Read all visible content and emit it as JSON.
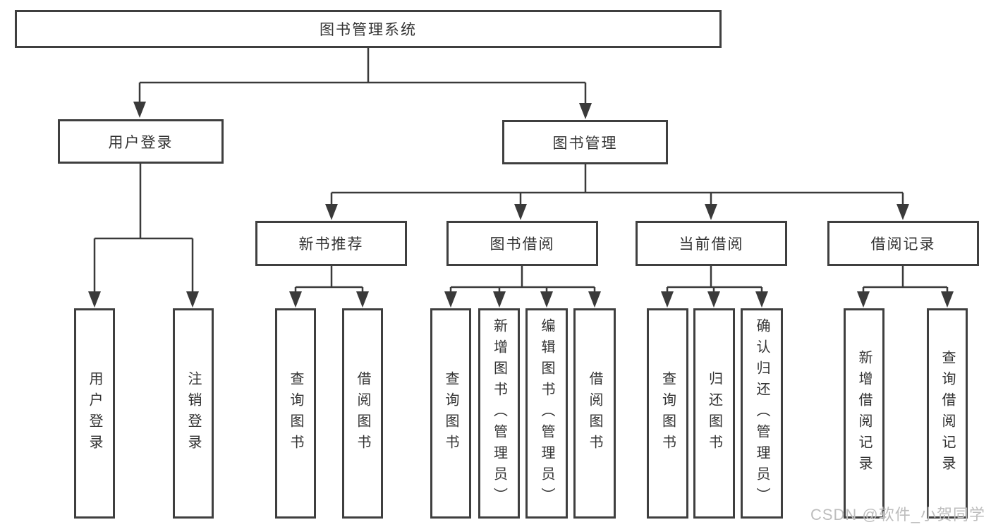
{
  "tree": {
    "label": "图书管理系统",
    "children": [
      {
        "label": "用户登录",
        "children": [
          {
            "label": "用户登录"
          },
          {
            "label": "注销登录"
          }
        ]
      },
      {
        "label": "图书管理",
        "children": [
          {
            "label": "新书推荐",
            "children": [
              {
                "label": "查询图书"
              },
              {
                "label": "借阅图书"
              }
            ]
          },
          {
            "label": "图书借阅",
            "children": [
              {
                "label": "查询图书"
              },
              {
                "label": "新增图书（管理员）"
              },
              {
                "label": "编辑图书（管理员）"
              },
              {
                "label": "借阅图书"
              }
            ]
          },
          {
            "label": "当前借阅",
            "children": [
              {
                "label": "查询图书"
              },
              {
                "label": "归还图书"
              },
              {
                "label": "确认归还（管理员）"
              }
            ]
          },
          {
            "label": "借阅记录",
            "children": [
              {
                "label": "新增借阅记录"
              },
              {
                "label": "查询借阅记录"
              }
            ]
          }
        ]
      }
    ]
  },
  "watermark": "CSDN @软件_小贺同学",
  "colors": {
    "line": "#3a3a3a",
    "border": "#3f3f3f",
    "text": "#333333",
    "background": "#ffffff",
    "watermark": "#bdbdbd"
  }
}
